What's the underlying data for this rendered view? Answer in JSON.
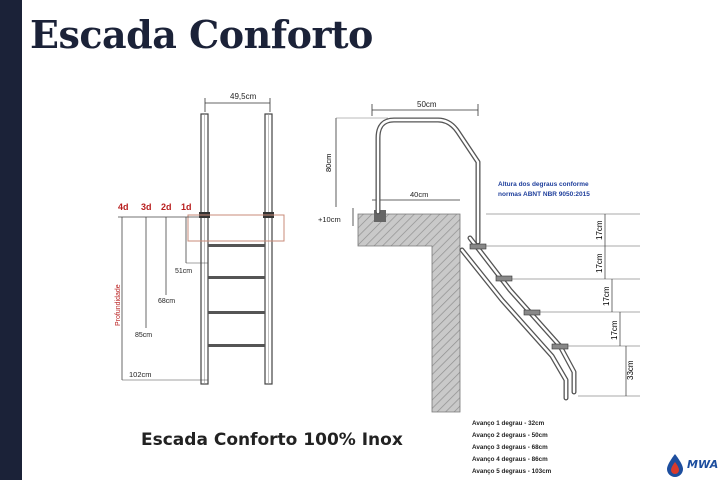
{
  "slide": {
    "title": "Escada Conforto",
    "caption": "Escada Conforto 100% Inox"
  },
  "colors": {
    "sidebar": "#1b2238",
    "title": "#1b2238",
    "dim_red": "#b81d1d",
    "note_blue": "#1f3f9c",
    "concrete": "#a6a6a6",
    "line": "#333333",
    "logo_blue": "#1d4e9e",
    "logo_red": "#d93a2b"
  },
  "front_view": {
    "width_label": "49,5cm",
    "depth_steps": [
      "4d",
      "3d",
      "2d",
      "1d"
    ],
    "depth_values": [
      "51cm",
      "68cm",
      "85cm",
      "102cm"
    ],
    "depth_axis_label": "Profundidade"
  },
  "side_view": {
    "width_label": "50cm",
    "rail_height_label": "80cm",
    "platform_label": "40cm",
    "offset_label": "+10cm",
    "note_line1": "Altura dos degraus conforme",
    "note_line2": "normas ABNT NBR 9050:2015",
    "step_heights": [
      "17cm",
      "17cm",
      "17cm",
      "17cm"
    ],
    "bottom_height": "33cm",
    "advances": [
      "Avanço 1 degrau - 32cm",
      "Avanço 2 degraus - 50cm",
      "Avanço 3 degraus - 68cm",
      "Avanço 4 degraus - 86cm",
      "Avanço 5 degraus - 103cm"
    ]
  },
  "logo": {
    "text": "MWA",
    "icon": "water-drop-icon"
  }
}
